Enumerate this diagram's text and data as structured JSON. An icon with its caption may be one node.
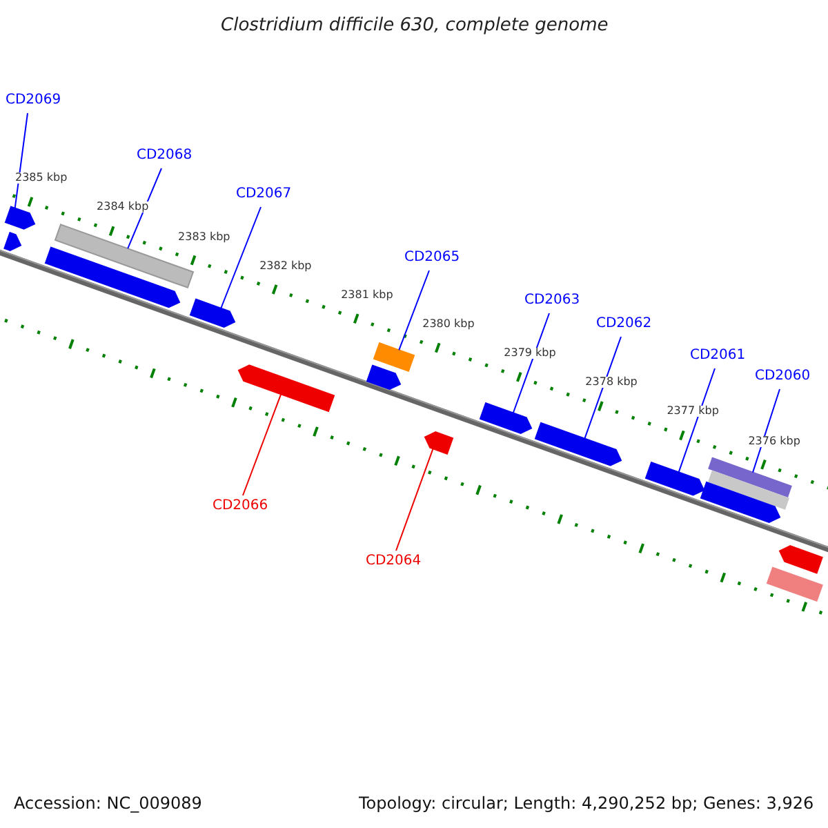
{
  "diagram": {
    "title": "Clostridium difficile 630, complete genome",
    "nodes": [
      {
        "text": [
          "CD2069"
        ]
      },
      {
        "text": [],
        "shape": "bar"
      },
      {
        "text": [
          "CD2068"
        ]
      },
      {
        "text": [],
        "shape": "bar"
      },
      {
        "text": [
          "CD2067"
        ]
      },
      {
        "text": [],
        "shape": "bar"
      },
      {
        "text": [
          "CD2066"
        ]
      },
      {
        "text": [],
        "shape": "bar"
      },
      {
        "text": [
          "CD2065"
        ]
      },
      {
        "text": [],
        "shape": "bar"
      },
      {
        "text": [
          "CD2064"
        ]
      },
      {
        "text": [],
        "shape": "bar"
      },
      {
        "text": [
          "CD2063"
        ]
      },
      {
        "text": [],
        "shape": "bar"
      },
      {
        "text": [
          "CD2062"
        ]
      },
      {
        "text": [],
        "shape": "bar"
      },
      {
        "text": [
          "CD2061"
        ]
      },
      {
        "text": [],
        "shape": "bar"
      },
      {
        "text": [
          "CD2060"
        ]
      },
      {
        "text": [],
        "shape": "bar"
      },
      {
        "text": [],
        "shape": "bar"
      },
      {
        "text": [],
        "shape": "bar"
      },
      {
        "text": [],
        "shape": "bar"
      },
      {
        "text": [],
        "shape": "bar"
      },
      {
        "text": [],
        "shape": "bar"
      },
      {
        "text": [],
        "shape": "bar"
      },
      {
        "text": [],
        "shape": "bar"
      }
    ],
    "edges": [
      {
        "from": 0,
        "to": 1,
        "arrow": "none"
      },
      {
        "from": 2,
        "to": 3,
        "arrow": "none"
      },
      {
        "from": 4,
        "to": 5,
        "arrow": "none"
      },
      {
        "from": 6,
        "to": 7,
        "arrow": "none",
        "color": "#ee0000"
      },
      {
        "from": 8,
        "to": 9,
        "arrow": "none"
      },
      {
        "from": 10,
        "to": 11,
        "arrow": "none",
        "color": "#ee0000"
      },
      {
        "from": 12,
        "to": 13,
        "arrow": "none"
      },
      {
        "from": 14,
        "to": 15,
        "arrow": "none"
      },
      {
        "from": 16,
        "to": 17,
        "arrow": "none"
      },
      {
        "from": 18,
        "to": 19,
        "arrow": "none"
      }
    ],
    "labels": [
      "2385 kbp",
      "2384 kbp",
      "2383 kbp",
      "2382 kbp",
      "2381 kbp",
      "2380 kbp",
      "2379 kbp",
      "2378 kbp",
      "2377 kbp",
      "2376 kbp",
      "Accession: NC_009089",
      "Topology: circular; Length: 4,290,252 bp; Genes: 3,926"
    ]
  }
}
